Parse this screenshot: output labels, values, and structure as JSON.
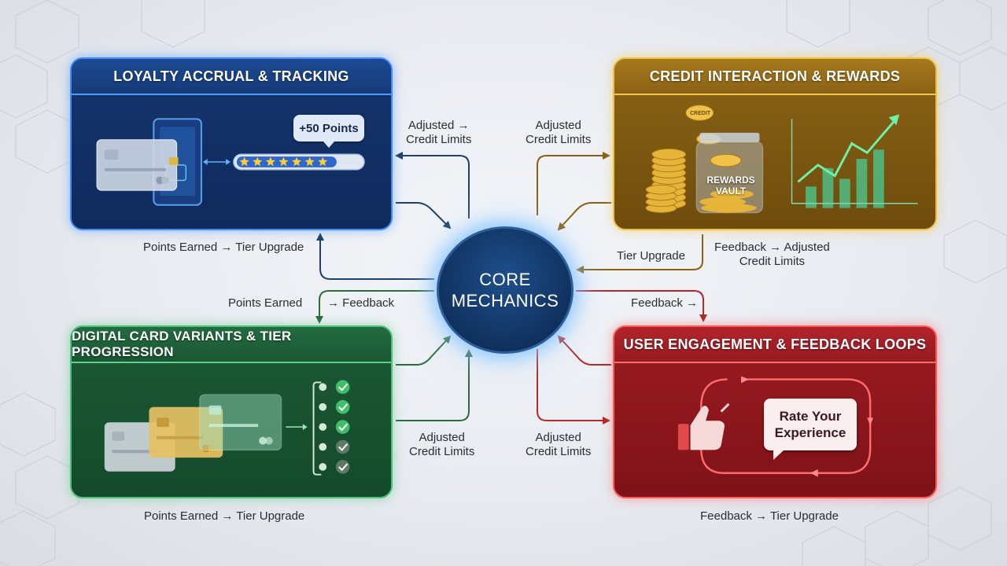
{
  "core": {
    "line1": "CORE",
    "line2": "MECHANICS"
  },
  "panels": {
    "loyalty": {
      "title": "LOYALTY ACCRUAL & TRACKING",
      "badge": "+50 Points"
    },
    "credit": {
      "title": "CREDIT INTERACTION & REWARDS",
      "vault_line1": "REWARDS",
      "vault_line2": "VAULT",
      "coin_text": "CREDIT"
    },
    "digital": {
      "title": "DIGITAL CARD VARIANTS & TIER PROGRESSION"
    },
    "engagement": {
      "title": "USER ENGAGEMENT & FEEDBACK LOOPS",
      "bubble_line1": "Rate Your",
      "bubble_line2": "Experience"
    }
  },
  "labels": {
    "top_left_adjusted_1": "Adjusted →",
    "top_left_adjusted_2": "Credit Limits",
    "top_right_adjusted_1": "Adjusted",
    "top_right_adjusted_2": "Credit Limits",
    "loyalty_caption": "Points Earned → Tier Upgrade",
    "tier_upgrade": "Tier Upgrade",
    "feedback_adjusted_1": "Feedback  → Adjusted",
    "feedback_adjusted_2": "Credit Limits",
    "points_earned": "Points Earned",
    "feedback_left": "→ Feedback",
    "feedback_right": "Feedback →",
    "bottom_left_adjusted_1": "Adjusted",
    "bottom_left_adjusted_2": "Credit Limits",
    "bottom_right_adjusted_1": "Adjusted",
    "bottom_right_adjusted_2": "Credit Limits",
    "digital_caption": "Points Earned → Tier Upgrade",
    "engagement_caption": "Feedback  → Tier Upgrade"
  },
  "colors": {
    "blue": "#1d4a93",
    "gold": "#a5791c",
    "green": "#236c40",
    "red": "#b3242b",
    "arrow_blue": "#1f3f6e",
    "arrow_gold": "#8a5f14",
    "arrow_green": "#2c6b3e",
    "arrow_red": "#b22a2a"
  },
  "rating_stars": 7,
  "tier_checks": 5
}
